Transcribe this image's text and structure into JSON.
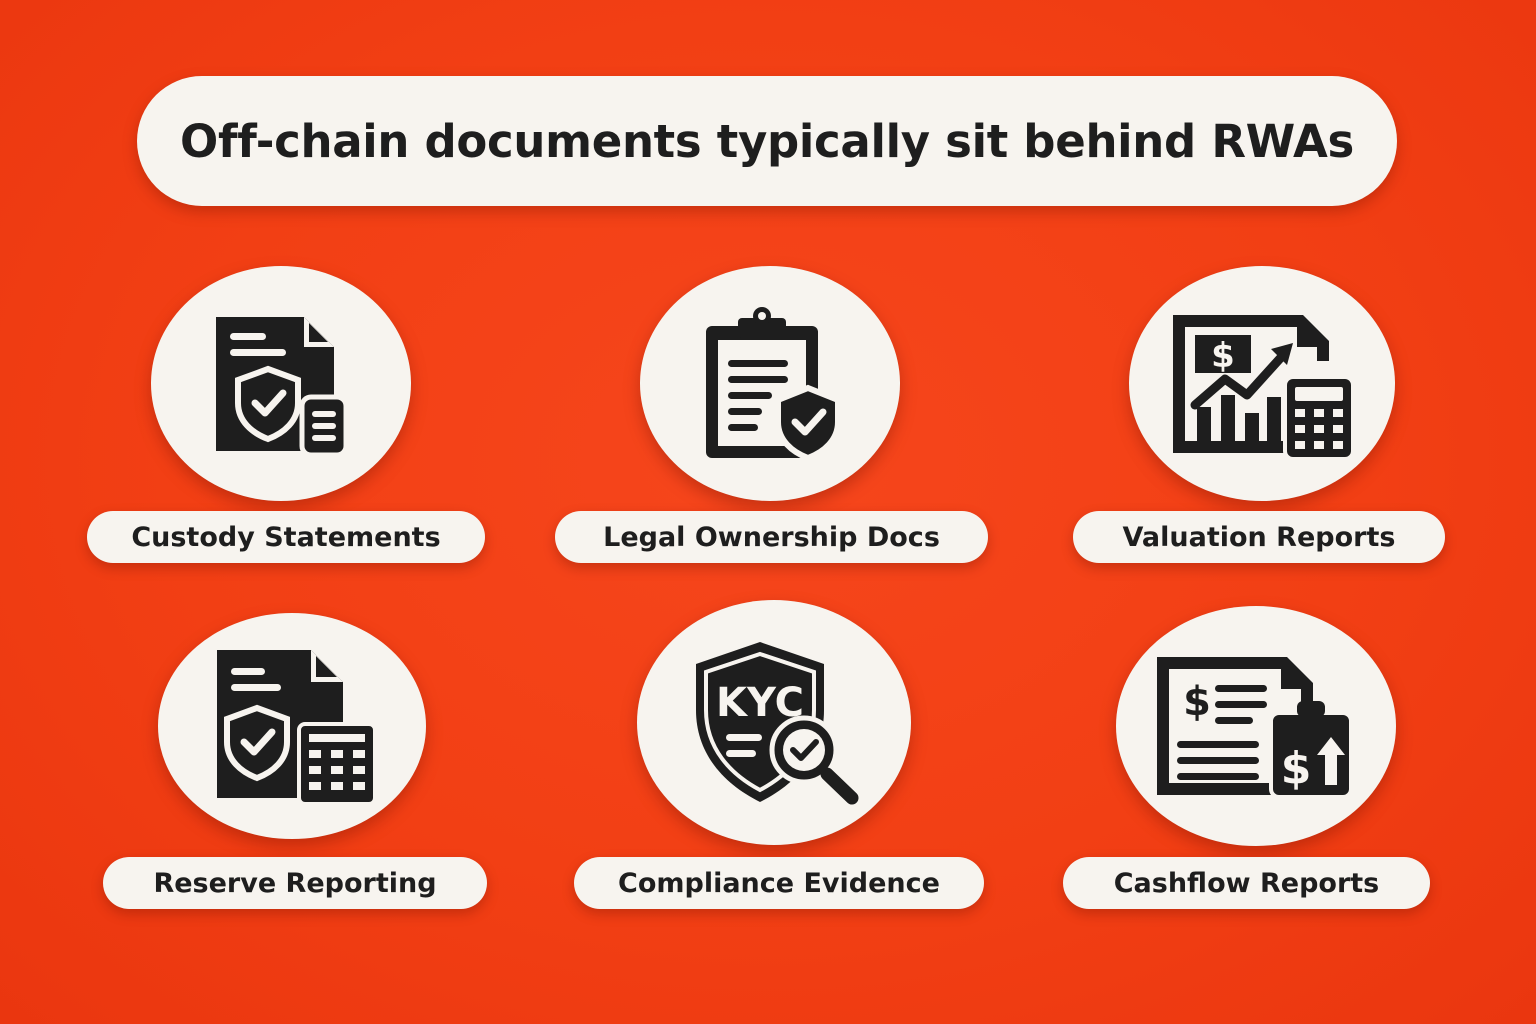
{
  "title": "Off-chain documents typically sit behind RWAs",
  "items": [
    {
      "label": "Custody Statements",
      "icon": "custody-statement-icon"
    },
    {
      "label": "Legal Ownership Docs",
      "icon": "legal-clipboard-icon"
    },
    {
      "label": "Valuation Reports",
      "icon": "valuation-chart-icon"
    },
    {
      "label": "Reserve Reporting",
      "icon": "reserve-report-icon"
    },
    {
      "label": "Compliance Evidence",
      "icon": "kyc-shield-icon"
    },
    {
      "label": "Cashflow Reports",
      "icon": "cashflow-report-icon"
    }
  ],
  "icon_text": {
    "kyc": "KYC",
    "dollar": "$"
  },
  "colors": {
    "background": "#f2401a",
    "card": "#f7f4ef",
    "ink": "#1e1e1e"
  }
}
